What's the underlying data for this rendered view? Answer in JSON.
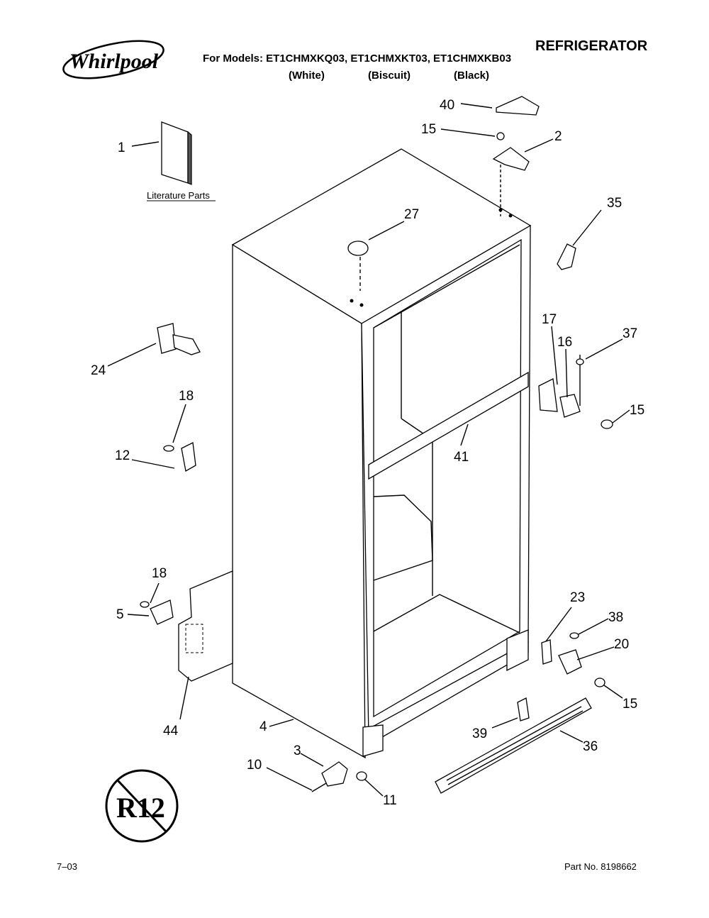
{
  "header": {
    "brand": "Whirlpool",
    "title": "REFRIGERATOR",
    "models_label": "For Models: ET1CHMXKQ03, ET1CHMXKT03, ET1CHMXKB03",
    "variants": [
      "(White)",
      "(Biscuit)",
      "(Black)"
    ]
  },
  "footer": {
    "date": "7–03",
    "part_no": "Part No. 8198662"
  },
  "literature_label": "Literature Parts",
  "r12_symbol_text": "R12",
  "callouts": [
    "1",
    "2",
    "3",
    "4",
    "5",
    "10",
    "11",
    "12",
    "15",
    "15",
    "15",
    "16",
    "17",
    "18",
    "18",
    "20",
    "23",
    "24",
    "27",
    "35",
    "36",
    "37",
    "38",
    "39",
    "40",
    "41",
    "44"
  ]
}
